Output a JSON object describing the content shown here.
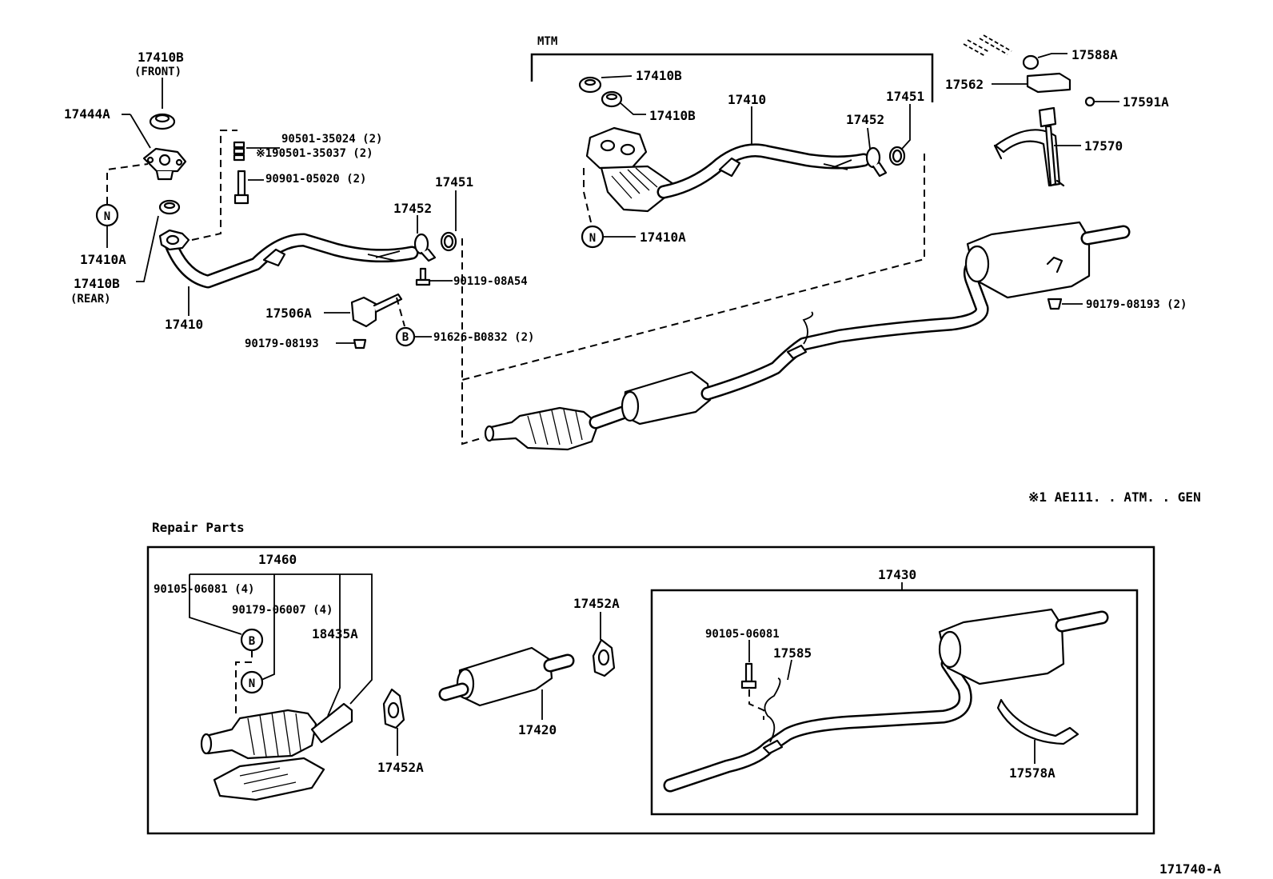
{
  "labels": {
    "p_17410B_front": "17410B",
    "p_front": "(FRONT)",
    "p_17444A": "17444A",
    "p_17410A_left": "17410A",
    "p_17410B_rear": "17410B",
    "p_rear": "(REAR)",
    "p_17410_left": "17410",
    "p_90501_35024": "90501-35024 (2)",
    "p_90501_35037": "※190501-35037 (2)",
    "p_90901_05020": "90901-05020 (2)",
    "p_17452_left": "17452",
    "p_17451_left": "17451",
    "p_90119_08A54": "90119-08A54",
    "p_17506A": "17506A",
    "p_91626_B0832": "91626-B0832 (2)",
    "p_90179_08193_left": "90179-08193",
    "p_mtm": "MTM",
    "p_17410B_mtm1": "17410B",
    "p_17410B_mtm2": "17410B",
    "p_17410_mtm": "17410",
    "p_17452_mtm": "17452",
    "p_17451_mtm": "17451",
    "p_17410A_mtm": "17410A",
    "p_17588A": "17588A",
    "p_17562": "17562",
    "p_17591A": "17591A",
    "p_17570": "17570",
    "p_90179_08193_right": "90179-08193 (2)",
    "p_note": "※1 AE111. . ATM. . GEN",
    "p_repair_parts": "Repair Parts",
    "p_17460": "17460",
    "p_90105_06081_4": "90105-06081 (4)",
    "p_90179_06007_4": "90179-06007 (4)",
    "p_18435A": "18435A",
    "p_17452A_a": "17452A",
    "p_17452A_b": "17452A",
    "p_17420": "17420",
    "p_17430": "17430",
    "p_90105_06081": "90105-06081",
    "p_17585": "17585",
    "p_17578A": "17578A",
    "p_diagram_code": "171740-A"
  },
  "symbols": {
    "n": "N",
    "b": "B"
  }
}
